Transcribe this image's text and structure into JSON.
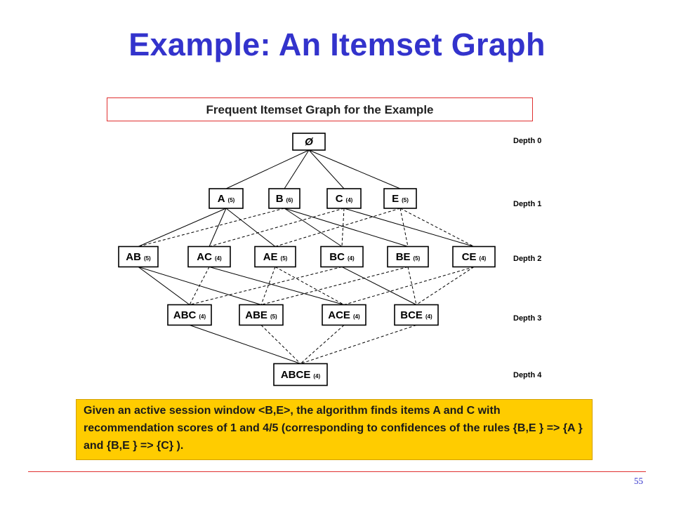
{
  "slide": {
    "title": "Example: An Itemset Graph",
    "caption": "Frequent Itemset Graph for the Example",
    "note": "Given an active session window <B,E>, the algorithm finds items A and C with recommendation scores of 1 and 4/5 (corresponding to confidences of the rules {B,E } => {A } and {B,E } => {C} ).",
    "page_number": "55"
  },
  "colors": {
    "title": "#3333cc",
    "caption_border": "#e03030",
    "note_background": "#ffcc00",
    "footer_line": "#e03030"
  },
  "graph": {
    "depth_labels": [
      "Depth 0",
      "Depth 1",
      "Depth 2",
      "Depth 3",
      "Depth 4"
    ],
    "nodes": [
      {
        "id": "empty",
        "label": "Ø",
        "count": "",
        "depth": 0
      },
      {
        "id": "A",
        "label": "A",
        "count": "(5)",
        "depth": 1
      },
      {
        "id": "B",
        "label": "B",
        "count": "(6)",
        "depth": 1
      },
      {
        "id": "C",
        "label": "C",
        "count": "(4)",
        "depth": 1
      },
      {
        "id": "E",
        "label": "E",
        "count": "(5)",
        "depth": 1
      },
      {
        "id": "AB",
        "label": "AB",
        "count": "(5)",
        "depth": 2
      },
      {
        "id": "AC",
        "label": "AC",
        "count": "(4)",
        "depth": 2
      },
      {
        "id": "AE",
        "label": "AE",
        "count": "(5)",
        "depth": 2
      },
      {
        "id": "BC",
        "label": "BC",
        "count": "(4)",
        "depth": 2
      },
      {
        "id": "BE",
        "label": "BE",
        "count": "(5)",
        "depth": 2
      },
      {
        "id": "CE",
        "label": "CE",
        "count": "(4)",
        "depth": 2
      },
      {
        "id": "ABC",
        "label": "ABC",
        "count": "(4)",
        "depth": 3
      },
      {
        "id": "ABE",
        "label": "ABE",
        "count": "(5)",
        "depth": 3
      },
      {
        "id": "ACE",
        "label": "ACE",
        "count": "(4)",
        "depth": 3
      },
      {
        "id": "BCE",
        "label": "BCE",
        "count": "(4)",
        "depth": 3
      },
      {
        "id": "ABCE",
        "label": "ABCE",
        "count": "(4)",
        "depth": 4
      }
    ],
    "edges": [
      {
        "from": "empty",
        "to": "A",
        "style": "solid"
      },
      {
        "from": "empty",
        "to": "B",
        "style": "solid"
      },
      {
        "from": "empty",
        "to": "C",
        "style": "solid"
      },
      {
        "from": "empty",
        "to": "E",
        "style": "solid"
      },
      {
        "from": "A",
        "to": "AB",
        "style": "solid"
      },
      {
        "from": "A",
        "to": "AC",
        "style": "solid"
      },
      {
        "from": "A",
        "to": "AE",
        "style": "solid"
      },
      {
        "from": "B",
        "to": "AB",
        "style": "dashed"
      },
      {
        "from": "B",
        "to": "BC",
        "style": "solid"
      },
      {
        "from": "B",
        "to": "BE",
        "style": "solid"
      },
      {
        "from": "C",
        "to": "AC",
        "style": "dashed"
      },
      {
        "from": "C",
        "to": "BC",
        "style": "dashed"
      },
      {
        "from": "C",
        "to": "CE",
        "style": "solid"
      },
      {
        "from": "E",
        "to": "AE",
        "style": "dashed"
      },
      {
        "from": "E",
        "to": "BE",
        "style": "dashed"
      },
      {
        "from": "E",
        "to": "CE",
        "style": "dashed"
      },
      {
        "from": "AB",
        "to": "ABC",
        "style": "solid"
      },
      {
        "from": "AB",
        "to": "ABE",
        "style": "solid"
      },
      {
        "from": "AC",
        "to": "ABC",
        "style": "dashed"
      },
      {
        "from": "AC",
        "to": "ACE",
        "style": "solid"
      },
      {
        "from": "AE",
        "to": "ABE",
        "style": "dashed"
      },
      {
        "from": "AE",
        "to": "ACE",
        "style": "dashed"
      },
      {
        "from": "BC",
        "to": "ABC",
        "style": "dashed"
      },
      {
        "from": "BC",
        "to": "BCE",
        "style": "solid"
      },
      {
        "from": "BE",
        "to": "ABE",
        "style": "dashed"
      },
      {
        "from": "BE",
        "to": "BCE",
        "style": "dashed"
      },
      {
        "from": "CE",
        "to": "ACE",
        "style": "dashed"
      },
      {
        "from": "CE",
        "to": "BCE",
        "style": "dashed"
      },
      {
        "from": "ABC",
        "to": "ABCE",
        "style": "solid"
      },
      {
        "from": "ABE",
        "to": "ABCE",
        "style": "dashed"
      },
      {
        "from": "ACE",
        "to": "ABCE",
        "style": "dashed"
      },
      {
        "from": "BCE",
        "to": "ABCE",
        "style": "dashed"
      }
    ]
  }
}
